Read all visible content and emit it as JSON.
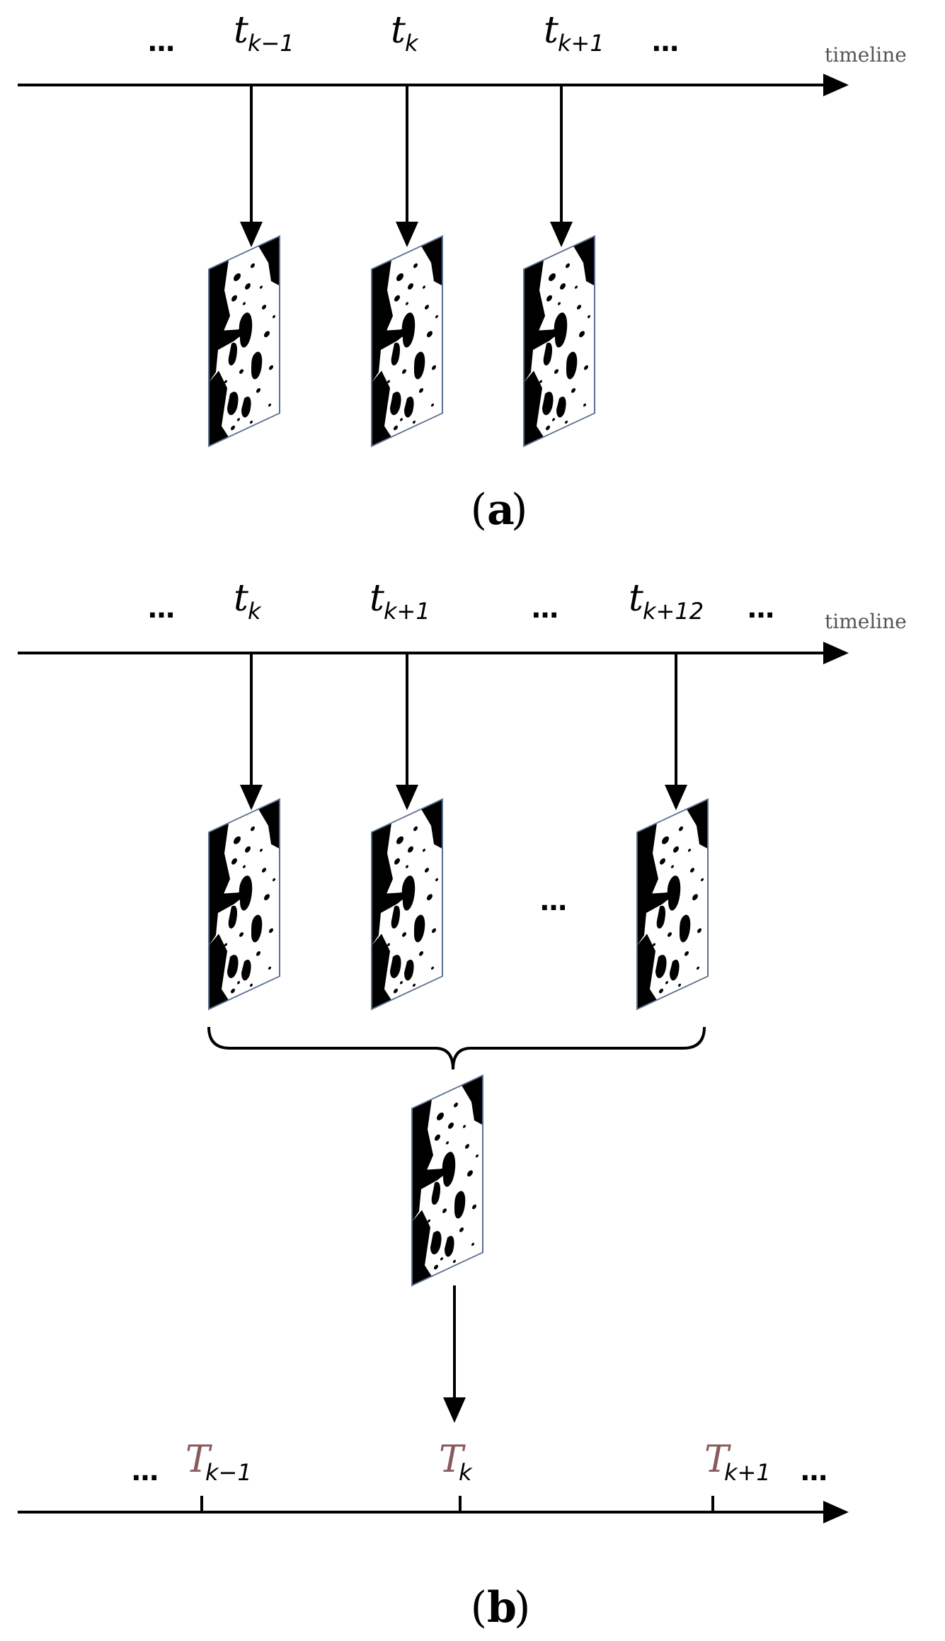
{
  "panel_a": {
    "axis_label": "timeline",
    "dots_left": "…",
    "dots_right": "…",
    "ticks": [
      {
        "base": "t",
        "sub": "k−1"
      },
      {
        "base": "t",
        "sub": "k"
      },
      {
        "base": "t",
        "sub": "k+1"
      }
    ],
    "caption_open": "(",
    "caption_letter": "a",
    "caption_close": ")"
  },
  "panel_b": {
    "axis_label": "timeline",
    "dots_left": "…",
    "dots_mid": "…",
    "dots_right": "…",
    "frames_dots": "…",
    "ticks": [
      {
        "base": "t",
        "sub": "k"
      },
      {
        "base": "t",
        "sub": "k+1"
      },
      {
        "base": "t",
        "sub": "k+12"
      }
    ],
    "bottom_ticks": [
      {
        "base": "T",
        "sub": "k−1"
      },
      {
        "base": "T",
        "sub": "k"
      },
      {
        "base": "T",
        "sub": "k+1"
      }
    ],
    "bottom_dots_left": "…",
    "bottom_dots_right": "…",
    "caption_open": "(",
    "caption_letter": "b",
    "caption_close": ")"
  },
  "colors": {
    "line": "#000000",
    "T_label": "#8a5a5a",
    "axis_label": "#555555",
    "frame_outline": "#5a7090"
  },
  "icons": {
    "frame": "binary-lunar-image-icon"
  }
}
